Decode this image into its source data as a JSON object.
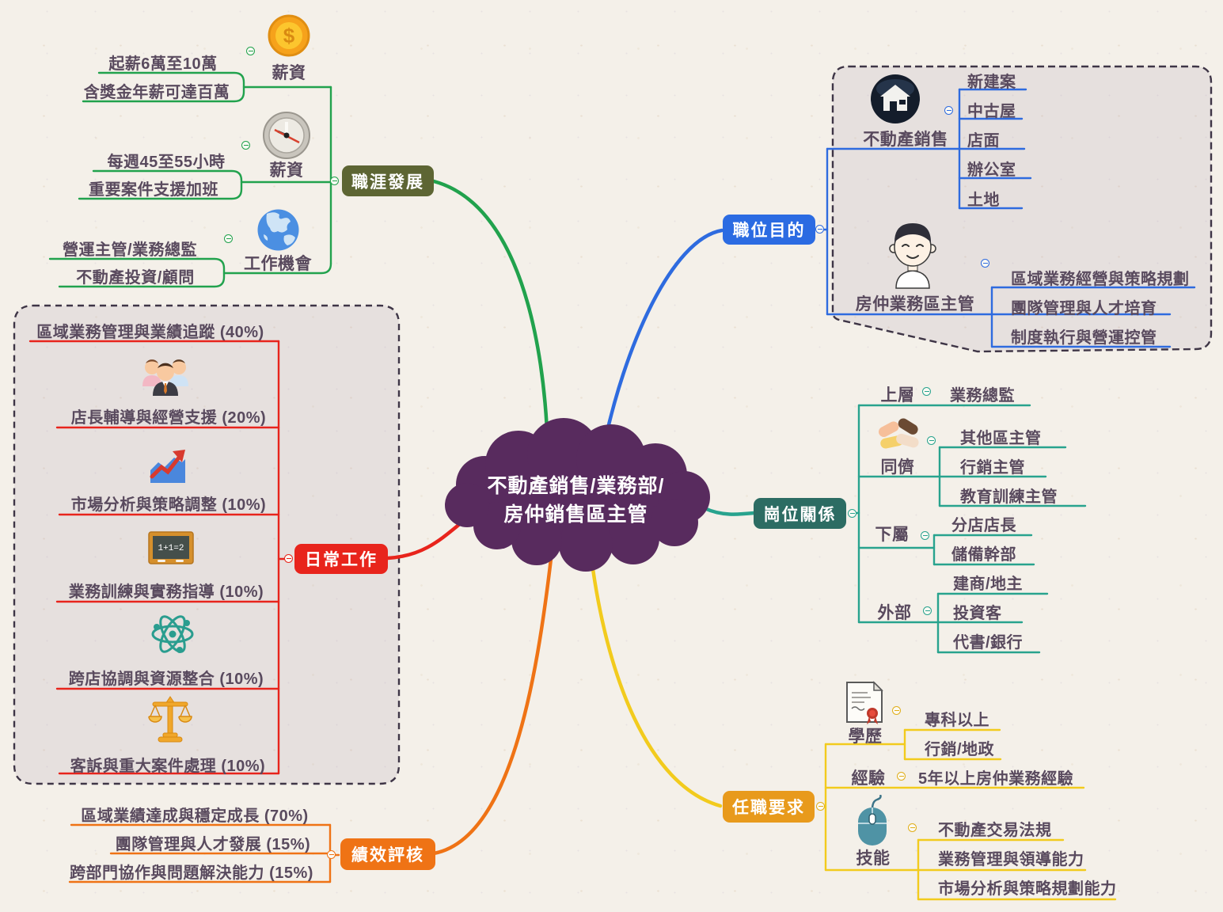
{
  "palette": {
    "background": "#f4f0e9",
    "text": "#594a5e",
    "center_cloud": "#582b5e",
    "career_line": "#21a24d",
    "career_node": "#5d6533",
    "purpose": "#2e6bdf",
    "relations_line": "#28a38e",
    "relations_node": "#2c6c63",
    "daily": "#e8241c",
    "performance": "#ef7315",
    "requirements_line": "#f2cb1d",
    "requirements_node": "#e89a1c"
  },
  "center": {
    "line1": "不動產銷售/業務部/",
    "line2": "房仲銷售區主管"
  },
  "icons": {
    "coin-icon": "$ coin",
    "clock-icon": "clock",
    "globe-icon": "globe",
    "house-icon": "house in dark circle",
    "manager-avatar-icon": "male avatar",
    "handshake-icon": "overlapping hands",
    "team-icon": "three people",
    "growth-chart-icon": "rising chart with arrow",
    "blackboard-icon": "blackboard",
    "atom-icon": "atom",
    "scales-icon": "balance scales",
    "certificate-icon": "diploma with seal",
    "mouse-icon": "computer mouse"
  },
  "branches": {
    "career": {
      "label": "職涯發展",
      "groups": [
        {
          "icon": "coin-icon",
          "label": "薪資",
          "children": [
            "起薪6萬至10萬",
            "含獎金年薪可達百萬"
          ]
        },
        {
          "icon": "clock-icon",
          "label": "薪資",
          "children": [
            "每週45至55小時",
            "重要案件支援加班"
          ]
        },
        {
          "icon": "globe-icon",
          "label": "工作機會",
          "children": [
            "營運主管/業務總監",
            "不動產投資/顧問"
          ]
        }
      ]
    },
    "purpose": {
      "label": "職位目的",
      "groups": [
        {
          "icon": "house-icon",
          "label": "不動產銷售",
          "children": [
            "新建案",
            "中古屋",
            "店面",
            "辦公室",
            "土地"
          ]
        },
        {
          "icon": "manager-avatar-icon",
          "label": "房仲業務區主管",
          "children": [
            "區域業務經營與策略規劃",
            "團隊管理與人才培育",
            "制度執行與營運控管"
          ]
        }
      ]
    },
    "relations": {
      "label": "崗位關係",
      "groups": [
        {
          "label": "上層",
          "children": [
            "業務總監"
          ]
        },
        {
          "icon": "handshake-icon",
          "label": "同儕",
          "children": [
            "其他區主管",
            "行銷主管",
            "教育訓練主管"
          ]
        },
        {
          "label": "下屬",
          "children": [
            "分店店長",
            "儲備幹部"
          ]
        },
        {
          "label": "外部",
          "children": [
            "建商/地主",
            "投資客",
            "代書/銀行"
          ]
        }
      ]
    },
    "daily": {
      "label": "日常工作",
      "blackboard_text": "1+1=2",
      "items": [
        {
          "text": "區域業務管理與業績追蹤 (40%)"
        },
        {
          "icon": "team-icon",
          "text": "店長輔導與經營支援 (20%)"
        },
        {
          "icon": "growth-chart-icon",
          "text": "市場分析與策略調整 (10%)"
        },
        {
          "icon": "blackboard-icon",
          "text": "業務訓練與實務指導 (10%)"
        },
        {
          "icon": "atom-icon",
          "text": "跨店協調與資源整合 (10%)"
        },
        {
          "icon": "scales-icon",
          "text": "客訴與重大案件處理 (10%)"
        }
      ]
    },
    "performance": {
      "label": "績效評核",
      "items": [
        "區域業績達成與穩定成長 (70%)",
        "團隊管理與人才發展 (15%)",
        "跨部門協作與問題解決能力 (15%)"
      ]
    },
    "requirements": {
      "label": "任職要求",
      "groups": [
        {
          "icon": "certificate-icon",
          "label": "學歷",
          "children": [
            "專科以上",
            "行銷/地政"
          ]
        },
        {
          "label": "經驗",
          "children": [
            "5年以上房仲業務經驗"
          ]
        },
        {
          "icon": "mouse-icon",
          "label": "技能",
          "children": [
            "不動產交易法規",
            "業務管理與領導能力",
            "市場分析與策略規劃能力"
          ]
        }
      ]
    }
  }
}
